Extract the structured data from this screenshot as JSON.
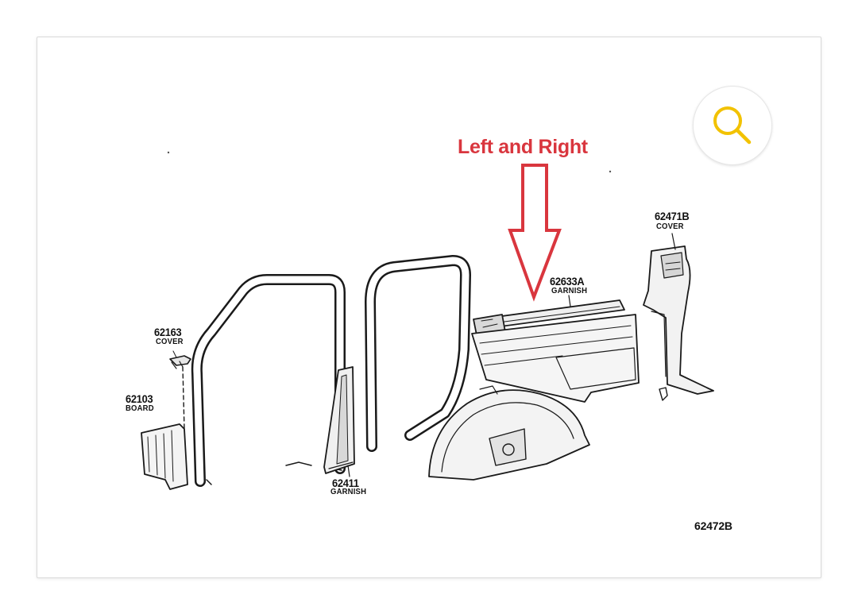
{
  "colors": {
    "callout": "#d9363e",
    "zoom_icon": "#f2c200",
    "line": "#1a1a1a",
    "card_border": "#d9d9d9"
  },
  "zoom": {
    "icon": "magnifier-icon"
  },
  "callout": {
    "text": "Left and Right"
  },
  "parts": {
    "p62163": {
      "number": "62163",
      "name": "COVER"
    },
    "p62103": {
      "number": "62103",
      "name": "BOARD"
    },
    "p62411": {
      "number": "62411",
      "name": "GARNISH"
    },
    "p62633A": {
      "number": "62633A",
      "name": "GARNISH"
    },
    "p62471B": {
      "number": "62471B",
      "name": "COVER"
    }
  },
  "figure_number": "62472B"
}
